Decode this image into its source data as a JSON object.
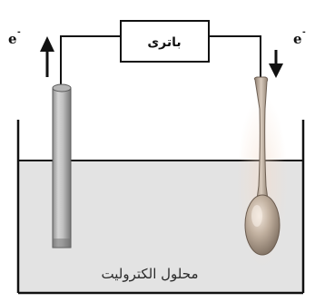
{
  "battery": {
    "label": "باتری"
  },
  "electron_left": {
    "symbol": "e",
    "charge": "-"
  },
  "electron_right": {
    "symbol": "e",
    "charge": "-"
  },
  "solution": {
    "label": "محلول الکترولیت"
  }
}
